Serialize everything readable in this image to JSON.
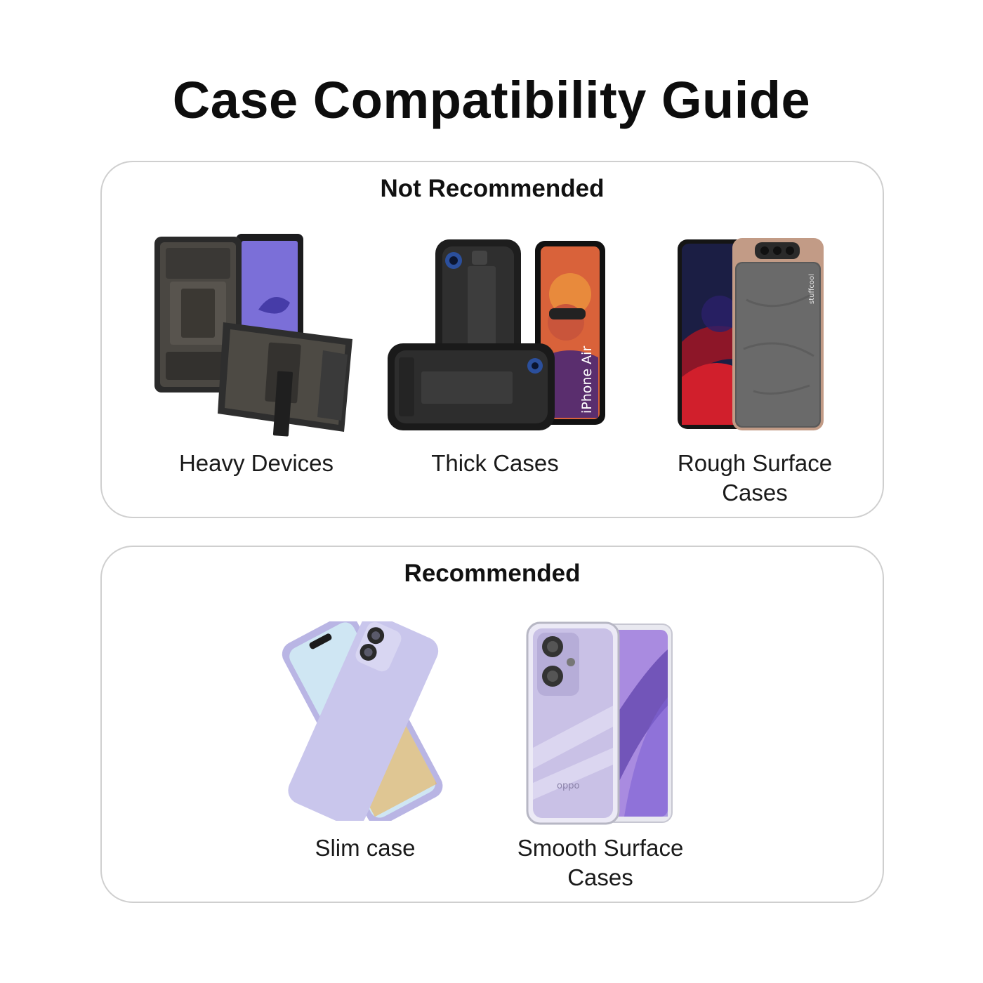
{
  "page": {
    "title": "Case Compatibility Guide"
  },
  "not_recommended": {
    "heading": "Not Recommended",
    "items": [
      {
        "label": "Heavy Devices",
        "icon": "rugged-tablet-case-icon"
      },
      {
        "label": "Thick Cases",
        "icon": "thick-phone-case-icon",
        "screen_text": "iPhone Air"
      },
      {
        "label": "Rough Surface Cases",
        "icon": "leather-phone-case-icon",
        "brand_text": "stuffcool"
      }
    ]
  },
  "recommended": {
    "heading": "Recommended",
    "items": [
      {
        "label": "Slim case",
        "icon": "slim-silicone-case-icon"
      },
      {
        "label": "Smooth Surface Cases",
        "icon": "clear-phone-case-icon",
        "brand_text": "oppo"
      }
    ]
  },
  "colors": {
    "panel_border": "#cfcfcf",
    "text": "#111111",
    "slim_case": "#c9c6ec",
    "clear_case_screen": "#a98be0"
  }
}
